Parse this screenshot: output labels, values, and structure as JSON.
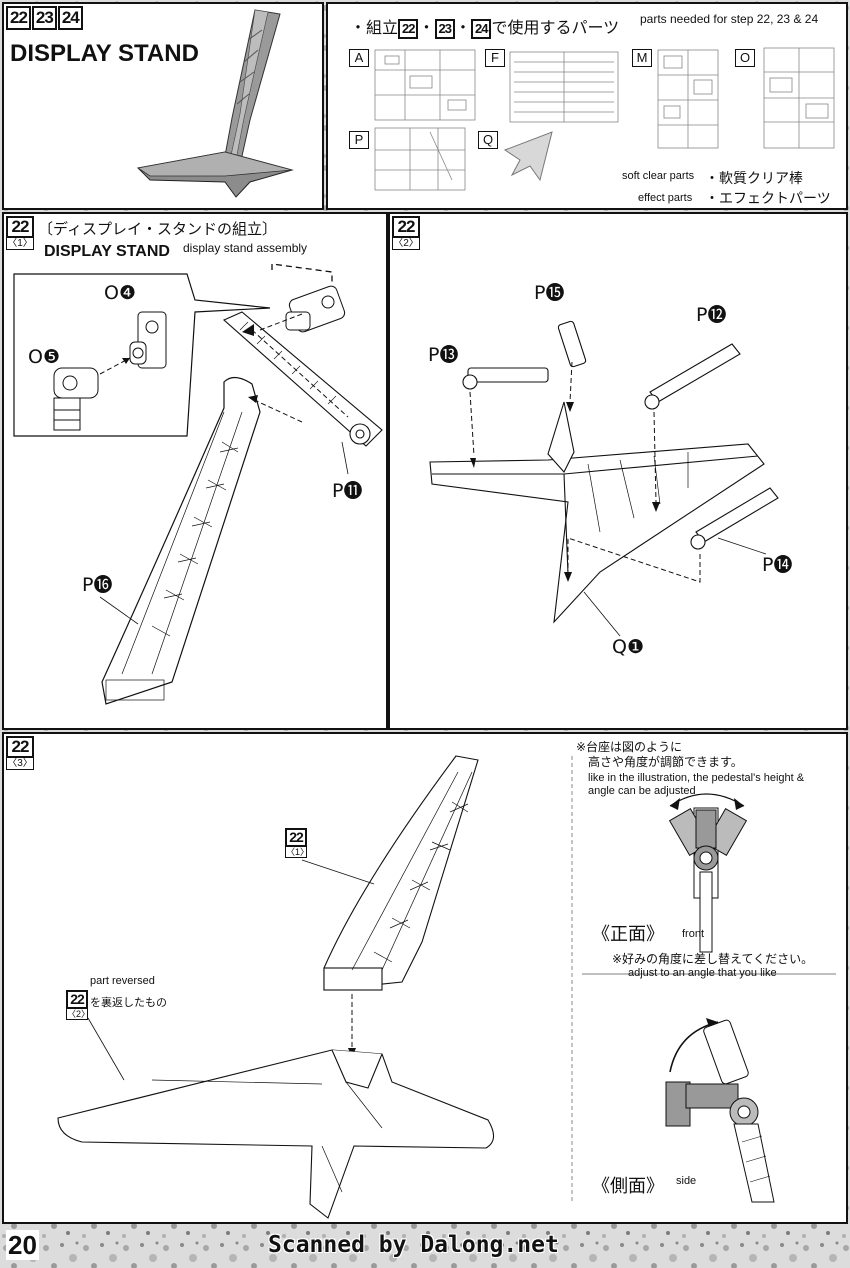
{
  "header": {
    "steps": [
      "22",
      "23",
      "24"
    ],
    "title": "DISPLAY STAND",
    "parts_intro_jp": "・組立",
    "parts_steps": [
      "22",
      "23",
      "24"
    ],
    "parts_sep": "・",
    "parts_suffix_jp": "で使用するパーツ",
    "parts_needed_en": "parts needed for step 22, 23 & 24",
    "runners": [
      "A",
      "F",
      "M",
      "O",
      "P",
      "Q"
    ],
    "soft_clear_en": "soft clear parts",
    "soft_clear_jp": "・軟質クリア棒",
    "effect_en": "effect parts",
    "effect_jp": "・エフェクトパーツ"
  },
  "step1": {
    "num": "22",
    "sub": "〈1〉",
    "title_jp": "〔ディスプレイ・スタンドの組立〕",
    "title_en": "DISPLAY STAND",
    "caption_en": "display stand assembly",
    "parts": [
      "O❹",
      "O❺",
      "P⓫",
      "P⓰"
    ]
  },
  "step2": {
    "num": "22",
    "sub": "〈2〉",
    "parts": [
      "P⓯",
      "P⓬",
      "P⓭",
      "P⓮",
      "Q❶"
    ]
  },
  "step3": {
    "num": "22",
    "sub": "〈3〉",
    "ref1_num": "22",
    "ref1_sub": "〈1〉",
    "ref2_num": "22",
    "ref2_sub": "〈2〉",
    "reversed_en": "part reversed",
    "reversed_jp": "を裏返したもの",
    "note1_jp_line1": "※台座は図のように",
    "note1_jp_line2": "高さや角度が調節できます。",
    "note1_en_line1": "like in the illustration, the pedestal's height &",
    "note1_en_line2": "angle can be adjusted",
    "front_jp": "《正面》",
    "front_en": "front",
    "note2_jp": "※好みの角度に差し替えてください。",
    "note2_en": "adjust to an angle that you like",
    "side_jp": "《側面》",
    "side_en": "side"
  },
  "footer": {
    "page_number": "20",
    "credit": "Scanned by Dalong.net"
  }
}
